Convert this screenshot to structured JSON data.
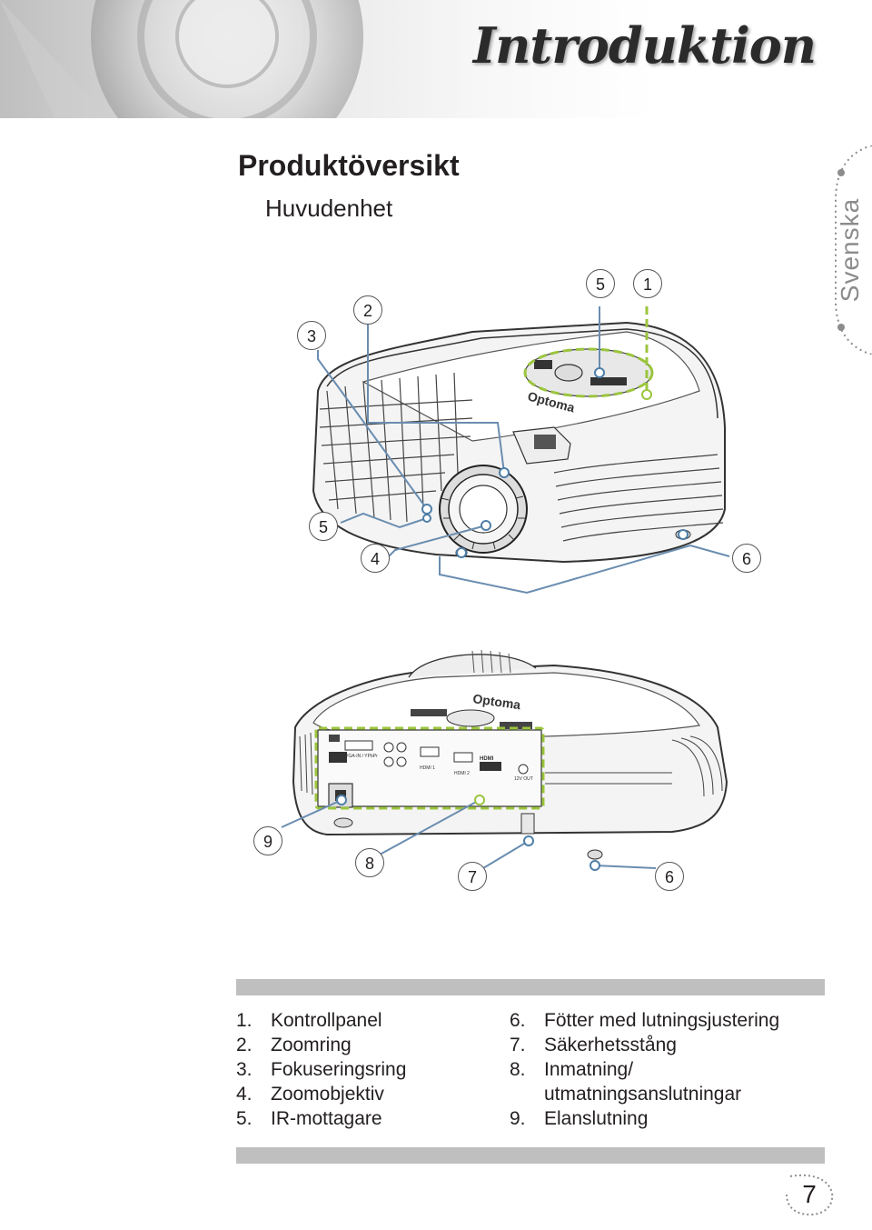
{
  "header": {
    "chapter_title": "Introduktion"
  },
  "section": {
    "title": "Produktöversikt",
    "subtitle": "Huvudenhet"
  },
  "side_tab": {
    "language": "Svenska"
  },
  "callouts_top": {
    "c3": "3",
    "c2": "2",
    "c5a": "5",
    "c1": "1",
    "c5b": "5",
    "c4": "4",
    "c6a": "6"
  },
  "callouts_bottom": {
    "c9": "9",
    "c8": "8",
    "c7": "7",
    "c6b": "6"
  },
  "device": {
    "brand": "Optoma",
    "port_labels": [
      "HDMI 1",
      "HDMI 2",
      "12V OUT",
      "VGA-IN / YPbPr",
      "HDMI"
    ]
  },
  "parts_left": [
    {
      "num": "1.",
      "label": "Kontrollpanel"
    },
    {
      "num": "2.",
      "label": "Zoomring"
    },
    {
      "num": "3.",
      "label": "Fokuseringsring"
    },
    {
      "num": "4.",
      "label": "Zoomobjektiv"
    },
    {
      "num": "5.",
      "label": "IR-mottagare"
    }
  ],
  "parts_right": [
    {
      "num": "6.",
      "label": "Fötter med lutningsjustering"
    },
    {
      "num": "7.",
      "label": "Säkerhetsstång"
    },
    {
      "num": "8.",
      "label": "Inmatning/",
      "label2": "utmatningsanslutningar"
    },
    {
      "num": "9.",
      "label": "Elanslutning"
    }
  ],
  "page": {
    "number": "7"
  },
  "colors": {
    "accent_green": "#9bc53d",
    "callout_line": "#4f7fa8",
    "text": "#231f20",
    "bar": "#bfbfbf"
  }
}
